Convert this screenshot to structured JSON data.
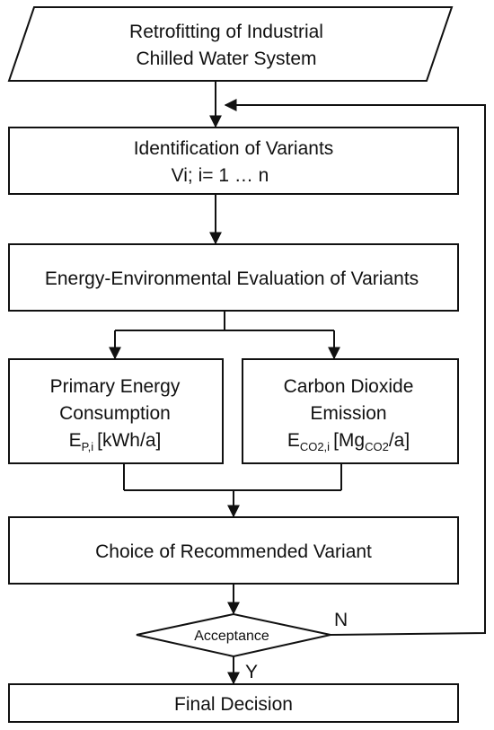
{
  "flowchart": {
    "start": {
      "line1": "Retrofitting of Industrial",
      "line2": "Chilled Water System"
    },
    "identify": {
      "line1": "Identification of Variants",
      "line2": "Vi; i= 1 … n"
    },
    "evaluate": {
      "text": "Energy-Environmental Evaluation of Variants"
    },
    "primary_energy": {
      "line1": "Primary Energy",
      "line2": "Consumption",
      "symbol": "E",
      "symbol_sub": "P,i",
      "unit": "[kWh/a]"
    },
    "co2": {
      "line1": "Carbon Dioxide",
      "line2": "Emission",
      "symbol": "E",
      "symbol_sub": "CO2,i",
      "unit_open": "[Mg",
      "unit_sub": "CO2",
      "unit_close": "/a]"
    },
    "choice": {
      "text": "Choice of Recommended Variant"
    },
    "acceptance": {
      "text": "Acceptance",
      "no_label": "N",
      "yes_label": "Y"
    },
    "final": {
      "text": "Final Decision"
    }
  }
}
